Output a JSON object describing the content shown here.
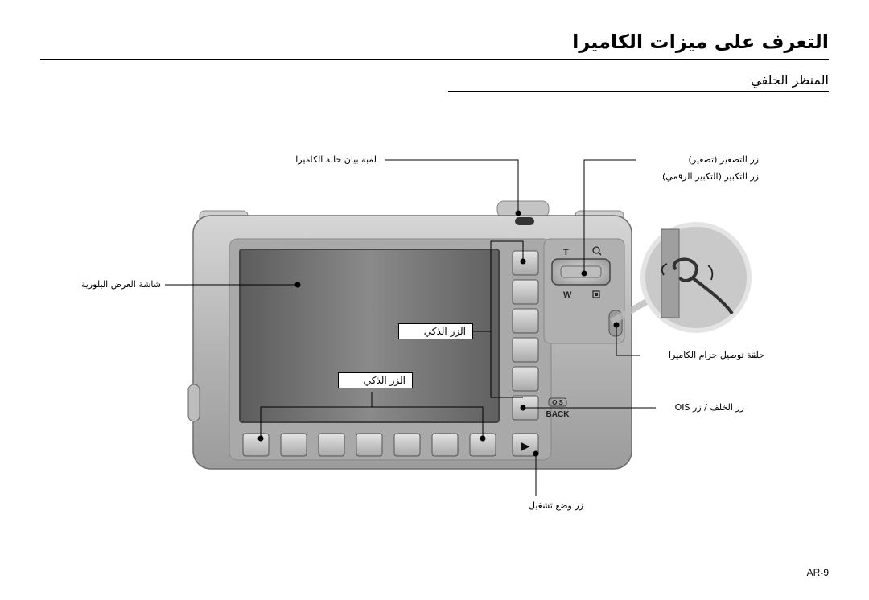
{
  "page": {
    "title": "التعرف على ميزات الكاميرا",
    "subtitle": "المنظر الخلفي",
    "page_number": "AR-9"
  },
  "labels": {
    "camera_status_lamp": "لمبة بيان حالة الكاميرا",
    "zoom_w": "زر التصغير (تصغير)",
    "zoom_t": "زر التكبير (التكبير الرقمي)",
    "lcd_monitor": "شاشة العرض البلورية",
    "smart_button_vertical": "الزر الذكي",
    "smart_button_horizontal": "الزر الذكي",
    "strap_eyelet": "حلقة توصيل حزام الكاميرا",
    "back_ois_button": "زر الخلف / زر OIS",
    "play_mode_button": "زر وضع تشغيل"
  },
  "camera": {
    "zoom_t": "T",
    "zoom_w": "W",
    "back_text": "BACK",
    "ois_text": "OIS",
    "play_symbol": "▶"
  },
  "colors": {
    "body": "#b9b9b9",
    "screen": "#6a6a6a",
    "button": "#c8c8c8"
  }
}
